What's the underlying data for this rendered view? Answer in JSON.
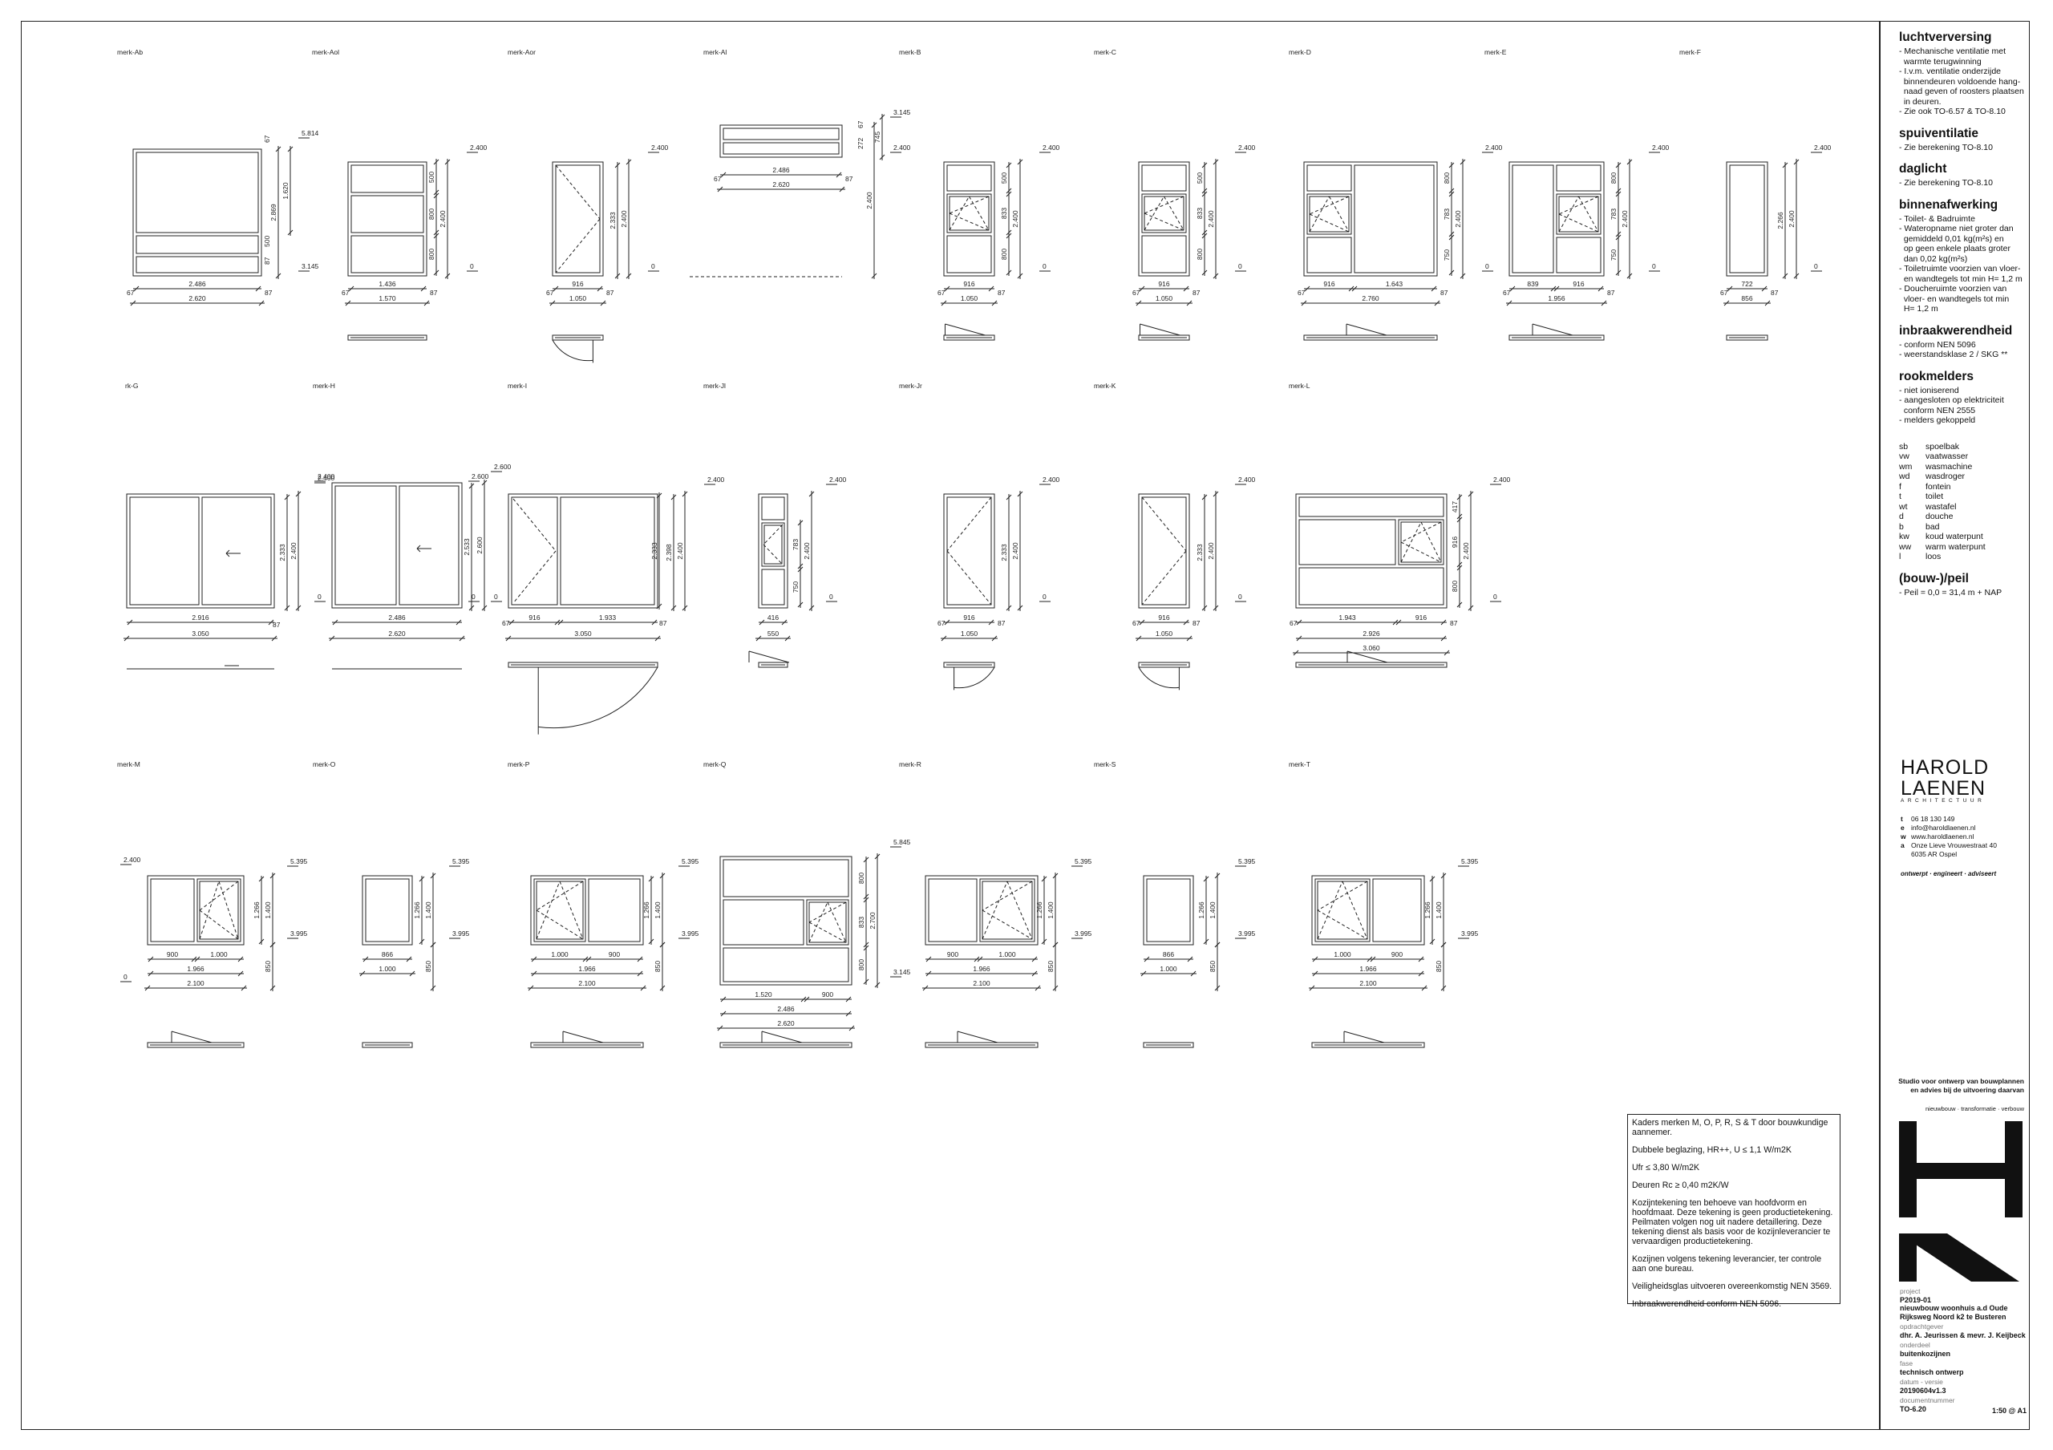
{
  "marks": {
    "row1": [
      "merk-Ab",
      "merk-Aol",
      "merk-Aor",
      "merk-Al",
      "merk-B",
      "merk-C",
      "merk-D",
      "merk-E",
      "merk-F"
    ],
    "row2": [
      "rk-G",
      "merk-H",
      "merk-I",
      "merk-Jl",
      "merk-Jr",
      "merk-K",
      "merk-L"
    ],
    "row3": [
      "merk-M",
      "merk-O",
      "merk-P",
      "merk-Q",
      "merk-R",
      "merk-S",
      "merk-T"
    ]
  },
  "dims": {
    "d67": "67",
    "d87": "87",
    "zero": "0",
    "lvl2400": "2.400",
    "lvl2600": "2.600",
    "lvl3145": "3.145",
    "lvl3995": "3.995",
    "lvl5395": "5.395",
    "lvl5814": "5.814",
    "lvl5845": "5.845",
    "w2486": "2.486",
    "w2620": "2.620",
    "w1436": "1.436",
    "w1570": "1.570",
    "w916": "916",
    "w1050": "1.050",
    "w1643": "1.643",
    "w2760": "2.760",
    "w839": "839",
    "w1956": "1.956",
    "w722": "722",
    "w856": "856",
    "w2916": "2.916",
    "w3050": "3.050",
    "w1933": "1.933",
    "w416": "416",
    "w550": "550",
    "w1943": "1.943",
    "w2926": "2.926",
    "w3060": "3.060",
    "w900": "900",
    "w1000": "1.000",
    "w1966": "1.966",
    "w2100": "2.100",
    "w866": "866",
    "w1520": "1.520",
    "h1620": "1.620",
    "h2869": "2.869",
    "h500": "500",
    "h272": "272",
    "h2400": "2.400",
    "h800": "800",
    "h2333": "2.333",
    "h745": "745",
    "h833": "833",
    "h783": "783",
    "h750": "750",
    "h2266": "2.266",
    "h2533": "2.533",
    "h2600": "2.600",
    "h2398": "2.398",
    "h417": "417",
    "h1266": "1.266",
    "h1400": "1.400",
    "h850": "850",
    "h2700": "2.700",
    "h916": "916"
  },
  "titleblock": {
    "sections": [
      {
        "title": "luchtverversing",
        "lines": [
          "- Mechanische ventilatie met",
          "  warmte terugwinning",
          "- I.v.m. ventilatie onderzijde",
          "  binnendeuren voldoende hang-",
          "  naad geven of roosters plaatsen",
          "  in deuren.",
          "- Zie ook TO-6.57 & TO-8.10"
        ]
      },
      {
        "title": "spuiventilatie",
        "lines": [
          "- Zie berekening TO-8.10"
        ]
      },
      {
        "title": "daglicht",
        "lines": [
          "- Zie berekening TO-8.10"
        ]
      },
      {
        "title": "binnenafwerking",
        "lines": [
          "- Toilet- & Badruimte",
          "- Wateropname niet groter dan",
          "  gemiddeld 0,01 kg(m²s) en",
          "  op geen enkele plaats groter",
          "  dan 0,02 kg(m²s)",
          "- Toiletruimte voorzien van vloer-",
          "  en wandtegels tot min H= 1,2 m",
          "- Doucheruimte voorzien van",
          "  vloer- en wandtegels tot min",
          "  H= 1,2 m"
        ]
      },
      {
        "title": "inbraakwerendheid",
        "lines": [
          "- conform NEN 5096",
          "- weerstandsklase 2 / SKG **"
        ]
      },
      {
        "title": "rookmelders",
        "lines": [
          "- niet ioniserend",
          "- aangesloten op elektriciteit",
          "  conform NEN 2555",
          "- melders gekoppeld"
        ]
      }
    ],
    "legend": [
      {
        "ab": "sb",
        "desc": "spoelbak"
      },
      {
        "ab": "vw",
        "desc": "vaatwasser"
      },
      {
        "ab": "wm",
        "desc": "wasmachine"
      },
      {
        "ab": "wd",
        "desc": "wasdroger"
      },
      {
        "ab": "f",
        "desc": "fontein"
      },
      {
        "ab": "t",
        "desc": "toilet"
      },
      {
        "ab": "wt",
        "desc": "wastafel"
      },
      {
        "ab": "d",
        "desc": "douche"
      },
      {
        "ab": "b",
        "desc": "bad"
      },
      {
        "ab": "kw",
        "desc": "koud waterpunt"
      },
      {
        "ab": "ww",
        "desc": "warm waterpunt"
      },
      {
        "ab": "l",
        "desc": "loos"
      }
    ],
    "peil": {
      "title": "(bouw-)/peil",
      "line": "- Peil = 0,0 = 31,4 m + NAP"
    }
  },
  "brand": {
    "name": "HAROLD LAENEN",
    "sub": "ARCHITECTUUR",
    "phone_k": "t",
    "phone": "06 18 130 149",
    "email_k": "e",
    "email": "info@haroldlaenen.nl",
    "web_k": "w",
    "web": "www.haroldlaenen.nl",
    "addr_k": "a",
    "addr1": "Onze Lieve Vrouwestraat 40",
    "addr2": "6035 AR Ospel",
    "tagline": "ontwerpt · engineert · adviseert"
  },
  "studio": {
    "line1": "Studio voor ontwerp van bouwplannen",
    "line2": "en advies bij de uitvoering daarvan",
    "sub": "nieuwbouw · transformatie · verbouw"
  },
  "project": {
    "project_l": "project",
    "project_v1": "P2019-01",
    "project_v2": "nieuwbouw woonhuis a.d Oude",
    "project_v3": "Rijksweg Noord k2 te Busteren",
    "client_l": "opdrachtgever",
    "client_v": "dhr. A. Jeurissen & mevr. J. Keijbeck",
    "part_l": "onderdeel",
    "part_v": "buitenkozijnen",
    "phase_l": "fase",
    "phase_v": "technisch ontwerp",
    "date_l": "datum - versie",
    "date_v": "20190604v1.3",
    "doc_l": "documentnummer",
    "doc_v": "TO-6.20",
    "scale": "1:50 @ A1"
  },
  "notes": [
    "Kaders merken M, O, P, R, S & T door bouwkundige aannemer.",
    "Dubbele beglazing, HR++, U ≤ 1,1 W/m2K",
    "Ufr ≤ 3,80 W/m2K",
    "Deuren Rc ≥ 0,40 m2K/W",
    "Kozijntekening ten behoeve van hoofdvorm en hoofdmaat. Deze tekening is geen productietekening. Peilmaten volgen nog uit nadere detaillering. Deze tekening dienst als basis voor de kozijnleverancier te vervaardigen productietekening.",
    "Kozijnen volgens tekening leverancier, ter controle aan one bureau.",
    "Veiligheidsglas uitvoeren overeenkomstig NEN 3569.",
    "Inbraakwerendheid conform NEN 5096."
  ]
}
